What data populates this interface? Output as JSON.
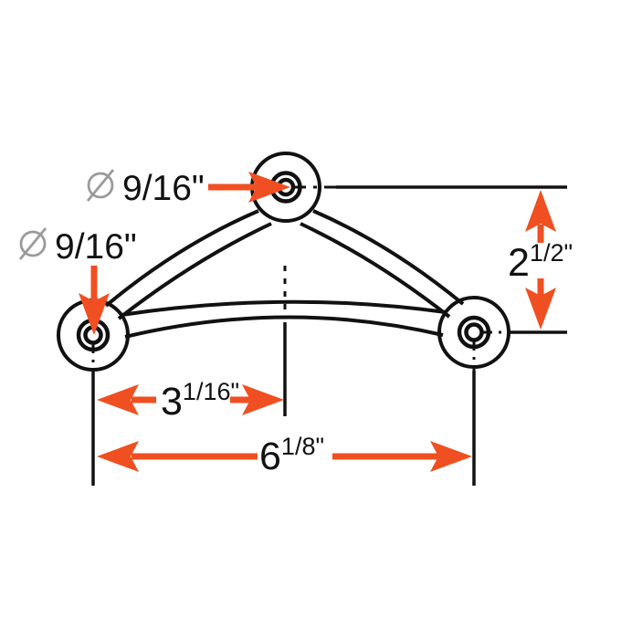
{
  "colors": {
    "background": "#ffffff",
    "line_black": "#111111",
    "dimension_orange": "#f04f21",
    "diameter_symbol_gray": "#9a9a9a"
  },
  "icons": {
    "diameter": "⌀"
  },
  "labels": {
    "top_hole_diameter": "9/16\"",
    "left_hole_diameter": "9/16\"",
    "height_dim": {
      "whole": "2",
      "fraction": "1/2\""
    },
    "center_dim": {
      "whole": "3",
      "fraction": "1/16\""
    },
    "overall_dim": {
      "whole": "6",
      "fraction": "1/8\""
    }
  }
}
